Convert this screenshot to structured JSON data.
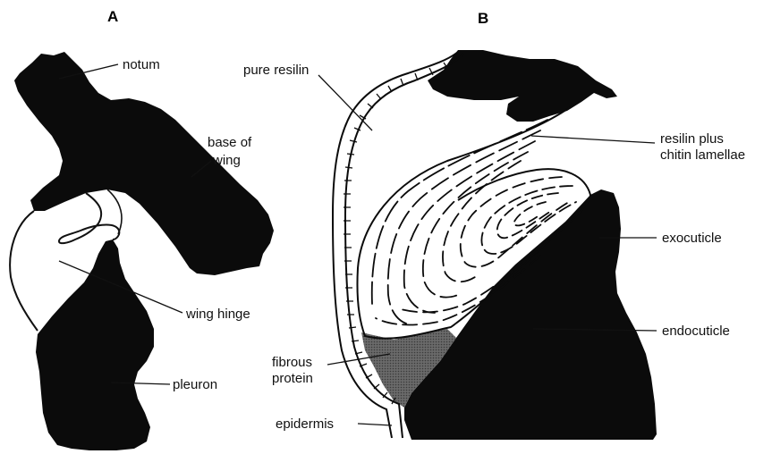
{
  "panels": {
    "a": "A",
    "b": "B"
  },
  "labels": {
    "notum": "notum",
    "base_of_wing_1": "base of",
    "base_of_wing_2": "wing",
    "wing_hinge": "wing hinge",
    "pleuron": "pleuron",
    "pure_resilin": "pure resilin",
    "resilin_plus_1": "resilin plus",
    "resilin_plus_2": "chitin lamellae",
    "exocuticle": "exocuticle",
    "endocuticle": "endocuticle",
    "fibrous_protein_1": "fibrous",
    "fibrous_protein_2": "protein",
    "epidermis": "epidermis"
  },
  "colors": {
    "ink": "#0b0b0b",
    "fibrous": "#5a5a5a",
    "paper": "#ffffff"
  }
}
